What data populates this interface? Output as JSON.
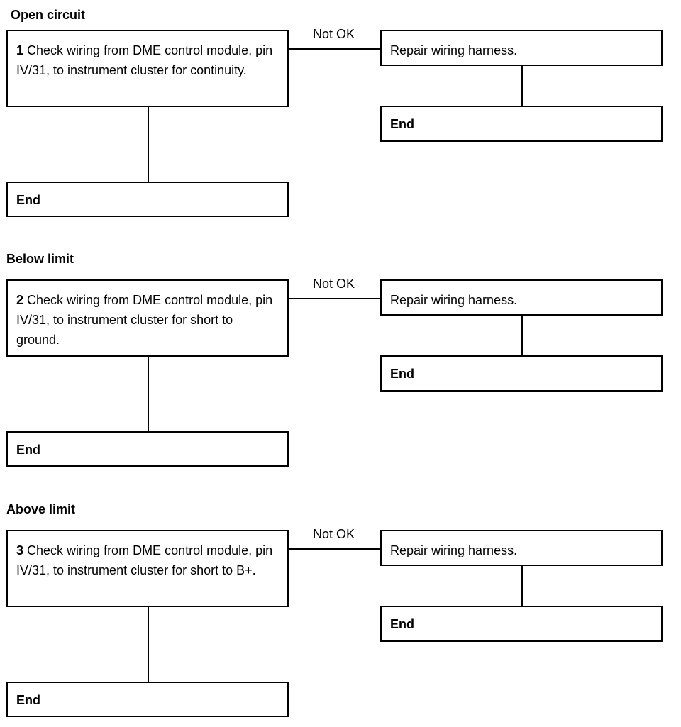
{
  "sections": [
    {
      "title": "Open circuit",
      "step_number": "1",
      "check_text": "Check wiring from DME control module, pin IV/31, to instrument cluster for continuity.",
      "branch_label": "Not OK",
      "repair_text": "Repair wiring harness.",
      "end_right": "End",
      "end_left": "End"
    },
    {
      "title": "Below limit",
      "step_number": "2",
      "check_text": "Check wiring from DME control module, pin IV/31, to instrument cluster for short to ground.",
      "branch_label": "Not OK",
      "repair_text": "Repair wiring harness.",
      "end_right": "End",
      "end_left": "End"
    },
    {
      "title": "Above limit",
      "step_number": "3",
      "check_text": "Check wiring from DME control module, pin IV/31, to instrument cluster for short to B+.",
      "branch_label": "Not OK",
      "repair_text": "Repair wiring harness.",
      "end_right": "End",
      "end_left": "End"
    }
  ]
}
